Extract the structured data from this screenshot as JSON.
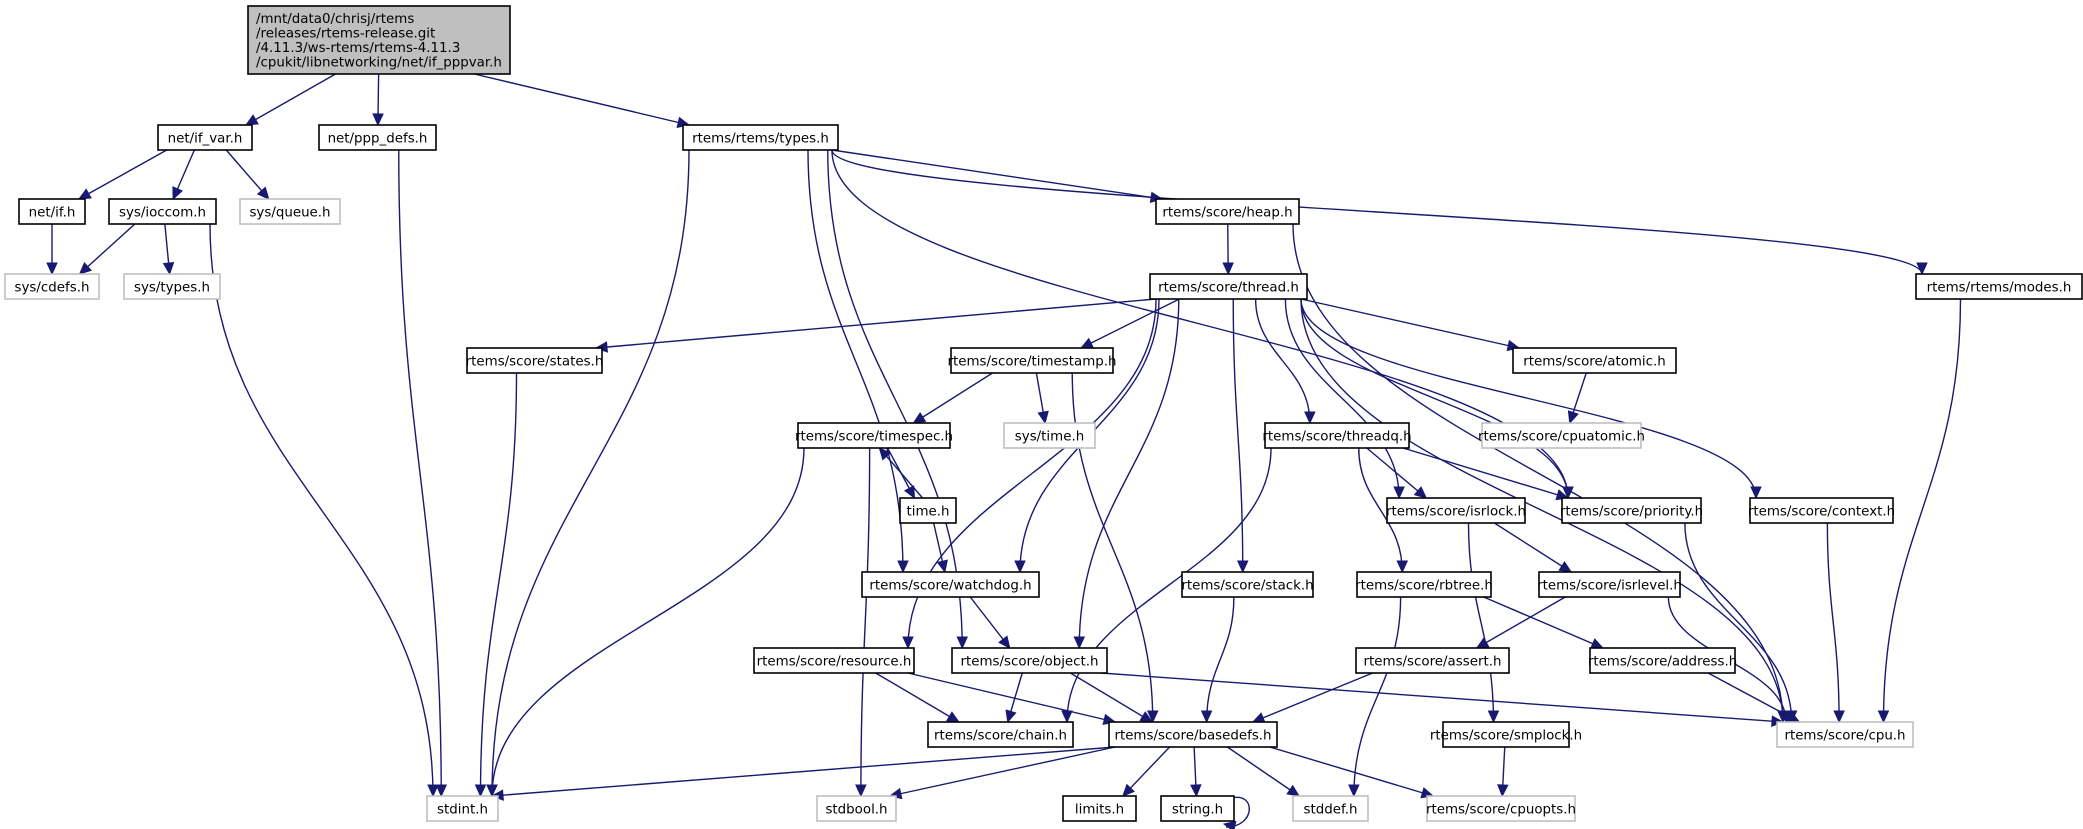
{
  "title": "Include dependency graph for if_pppvar.h",
  "colors": {
    "edge": "#191970",
    "documented_border": "#000000",
    "external_border": "#bfbfbf",
    "root_fill": "#bfbfbf"
  },
  "nodes": [
    {
      "id": "root",
      "kind": "root",
      "lines": [
        "/mnt/data0/chrisj/rtems",
        "/releases/rtems-release.git",
        "/4.11.3/ws-rtems/rtems-4.11.3",
        "/cpukit/libnetworking/net/if_pppvar.h"
      ]
    },
    {
      "id": "if_var",
      "kind": "doc",
      "lines": [
        "net/if_var.h"
      ]
    },
    {
      "id": "ppp_defs",
      "kind": "doc",
      "lines": [
        "net/ppp_defs.h"
      ]
    },
    {
      "id": "rtypes",
      "kind": "doc",
      "lines": [
        "rtems/rtems/types.h"
      ]
    },
    {
      "id": "if_h",
      "kind": "doc",
      "lines": [
        "net/if.h"
      ]
    },
    {
      "id": "ioccom",
      "kind": "doc",
      "lines": [
        "sys/ioccom.h"
      ]
    },
    {
      "id": "queue",
      "kind": "ext",
      "lines": [
        "sys/queue.h"
      ]
    },
    {
      "id": "cdefs",
      "kind": "ext",
      "lines": [
        "sys/cdefs.h"
      ]
    },
    {
      "id": "systypes",
      "kind": "ext",
      "lines": [
        "sys/types.h"
      ]
    },
    {
      "id": "heap",
      "kind": "doc",
      "lines": [
        "rtems/score/heap.h"
      ]
    },
    {
      "id": "thread",
      "kind": "doc",
      "lines": [
        "rtems/score/thread.h"
      ]
    },
    {
      "id": "modes",
      "kind": "doc",
      "lines": [
        "rtems/rtems/modes.h"
      ]
    },
    {
      "id": "states",
      "kind": "doc",
      "lines": [
        "rtems/score/states.h"
      ]
    },
    {
      "id": "timestamp",
      "kind": "doc",
      "lines": [
        "rtems/score/timestamp.h"
      ]
    },
    {
      "id": "atomic",
      "kind": "doc",
      "lines": [
        "rtems/score/atomic.h"
      ]
    },
    {
      "id": "timespec",
      "kind": "doc",
      "lines": [
        "rtems/score/timespec.h"
      ]
    },
    {
      "id": "systime",
      "kind": "ext",
      "lines": [
        "sys/time.h"
      ]
    },
    {
      "id": "threadq",
      "kind": "doc",
      "lines": [
        "rtems/score/threadq.h"
      ]
    },
    {
      "id": "cpuatomic",
      "kind": "ext",
      "lines": [
        "rtems/score/cpuatomic.h"
      ]
    },
    {
      "id": "time_h",
      "kind": "doc",
      "lines": [
        "time.h"
      ]
    },
    {
      "id": "isrlock",
      "kind": "doc",
      "lines": [
        "rtems/score/isrlock.h"
      ]
    },
    {
      "id": "priority",
      "kind": "doc",
      "lines": [
        "rtems/score/priority.h"
      ]
    },
    {
      "id": "context",
      "kind": "doc",
      "lines": [
        "rtems/score/context.h"
      ]
    },
    {
      "id": "watchdog",
      "kind": "doc",
      "lines": [
        "rtems/score/watchdog.h"
      ]
    },
    {
      "id": "stack",
      "kind": "doc",
      "lines": [
        "rtems/score/stack.h"
      ]
    },
    {
      "id": "rbtree",
      "kind": "doc",
      "lines": [
        "rtems/score/rbtree.h"
      ]
    },
    {
      "id": "isrlevel",
      "kind": "doc",
      "lines": [
        "rtems/score/isrlevel.h"
      ]
    },
    {
      "id": "resource",
      "kind": "doc",
      "lines": [
        "rtems/score/resource.h"
      ]
    },
    {
      "id": "object",
      "kind": "doc",
      "lines": [
        "rtems/score/object.h"
      ]
    },
    {
      "id": "assert",
      "kind": "doc",
      "lines": [
        "rtems/score/assert.h"
      ]
    },
    {
      "id": "address",
      "kind": "doc",
      "lines": [
        "rtems/score/address.h"
      ]
    },
    {
      "id": "chain",
      "kind": "doc",
      "lines": [
        "rtems/score/chain.h"
      ]
    },
    {
      "id": "basedefs",
      "kind": "doc",
      "lines": [
        "rtems/score/basedefs.h"
      ]
    },
    {
      "id": "smplock",
      "kind": "doc",
      "lines": [
        "rtems/score/smplock.h"
      ]
    },
    {
      "id": "cpu",
      "kind": "ext",
      "lines": [
        "rtems/score/cpu.h"
      ]
    },
    {
      "id": "stdint",
      "kind": "ext",
      "lines": [
        "stdint.h"
      ]
    },
    {
      "id": "stdbool",
      "kind": "ext",
      "lines": [
        "stdbool.h"
      ]
    },
    {
      "id": "limits",
      "kind": "doc",
      "lines": [
        "limits.h"
      ]
    },
    {
      "id": "string",
      "kind": "doc",
      "lines": [
        "string.h"
      ]
    },
    {
      "id": "stddef",
      "kind": "ext",
      "lines": [
        "stddef.h"
      ]
    },
    {
      "id": "cpuopts",
      "kind": "ext",
      "lines": [
        "rtems/score/cpuopts.h"
      ]
    }
  ],
  "edges": [
    [
      "root",
      "if_var"
    ],
    [
      "root",
      "ppp_defs"
    ],
    [
      "root",
      "rtypes"
    ],
    [
      "if_var",
      "if_h"
    ],
    [
      "if_var",
      "ioccom"
    ],
    [
      "if_var",
      "queue"
    ],
    [
      "if_h",
      "cdefs"
    ],
    [
      "ioccom",
      "cdefs"
    ],
    [
      "ioccom",
      "systypes"
    ],
    [
      "ioccom",
      "stdint"
    ],
    [
      "ppp_defs",
      "stdint"
    ],
    [
      "rtypes",
      "stdint"
    ],
    [
      "rtypes",
      "object"
    ],
    [
      "rtypes",
      "watchdog"
    ],
    [
      "rtypes",
      "heap"
    ],
    [
      "rtypes",
      "priority"
    ],
    [
      "rtypes",
      "modes"
    ],
    [
      "heap",
      "thread"
    ],
    [
      "heap",
      "cpu"
    ],
    [
      "modes",
      "cpu"
    ],
    [
      "thread",
      "states"
    ],
    [
      "thread",
      "resource"
    ],
    [
      "thread",
      "object"
    ],
    [
      "thread",
      "timestamp"
    ],
    [
      "thread",
      "watchdog"
    ],
    [
      "thread",
      "stack"
    ],
    [
      "thread",
      "threadq"
    ],
    [
      "thread",
      "isrlock"
    ],
    [
      "thread",
      "atomic"
    ],
    [
      "thread",
      "priority"
    ],
    [
      "thread",
      "context"
    ],
    [
      "thread",
      "cpu"
    ],
    [
      "states",
      "stdint"
    ],
    [
      "timestamp",
      "timespec"
    ],
    [
      "timestamp",
      "systime"
    ],
    [
      "timestamp",
      "basedefs"
    ],
    [
      "atomic",
      "cpuatomic"
    ],
    [
      "timespec",
      "time_h"
    ],
    [
      "time_h",
      "timespec"
    ],
    [
      "timespec",
      "stdint"
    ],
    [
      "timespec",
      "stdbool"
    ],
    [
      "time_h",
      "watchdog"
    ],
    [
      "threadq",
      "isrlock"
    ],
    [
      "threadq",
      "priority"
    ],
    [
      "threadq",
      "rbtree"
    ],
    [
      "threadq",
      "chain"
    ],
    [
      "isrlock",
      "isrlevel"
    ],
    [
      "isrlock",
      "smplock"
    ],
    [
      "priority",
      "cpu"
    ],
    [
      "context",
      "cpu"
    ],
    [
      "watchdog",
      "object"
    ],
    [
      "stack",
      "basedefs"
    ],
    [
      "rbtree",
      "address"
    ],
    [
      "rbtree",
      "stddef"
    ],
    [
      "isrlevel",
      "assert"
    ],
    [
      "isrlevel",
      "cpu"
    ],
    [
      "resource",
      "chain"
    ],
    [
      "resource",
      "basedefs"
    ],
    [
      "object",
      "chain"
    ],
    [
      "object",
      "basedefs"
    ],
    [
      "object",
      "cpu"
    ],
    [
      "assert",
      "basedefs"
    ],
    [
      "address",
      "cpu"
    ],
    [
      "smplock",
      "cpuopts"
    ],
    [
      "basedefs",
      "stdint"
    ],
    [
      "basedefs",
      "stdbool"
    ],
    [
      "basedefs",
      "limits"
    ],
    [
      "basedefs",
      "string"
    ],
    [
      "basedefs",
      "stddef"
    ],
    [
      "basedefs",
      "cpuopts"
    ],
    [
      "string",
      "string"
    ]
  ]
}
